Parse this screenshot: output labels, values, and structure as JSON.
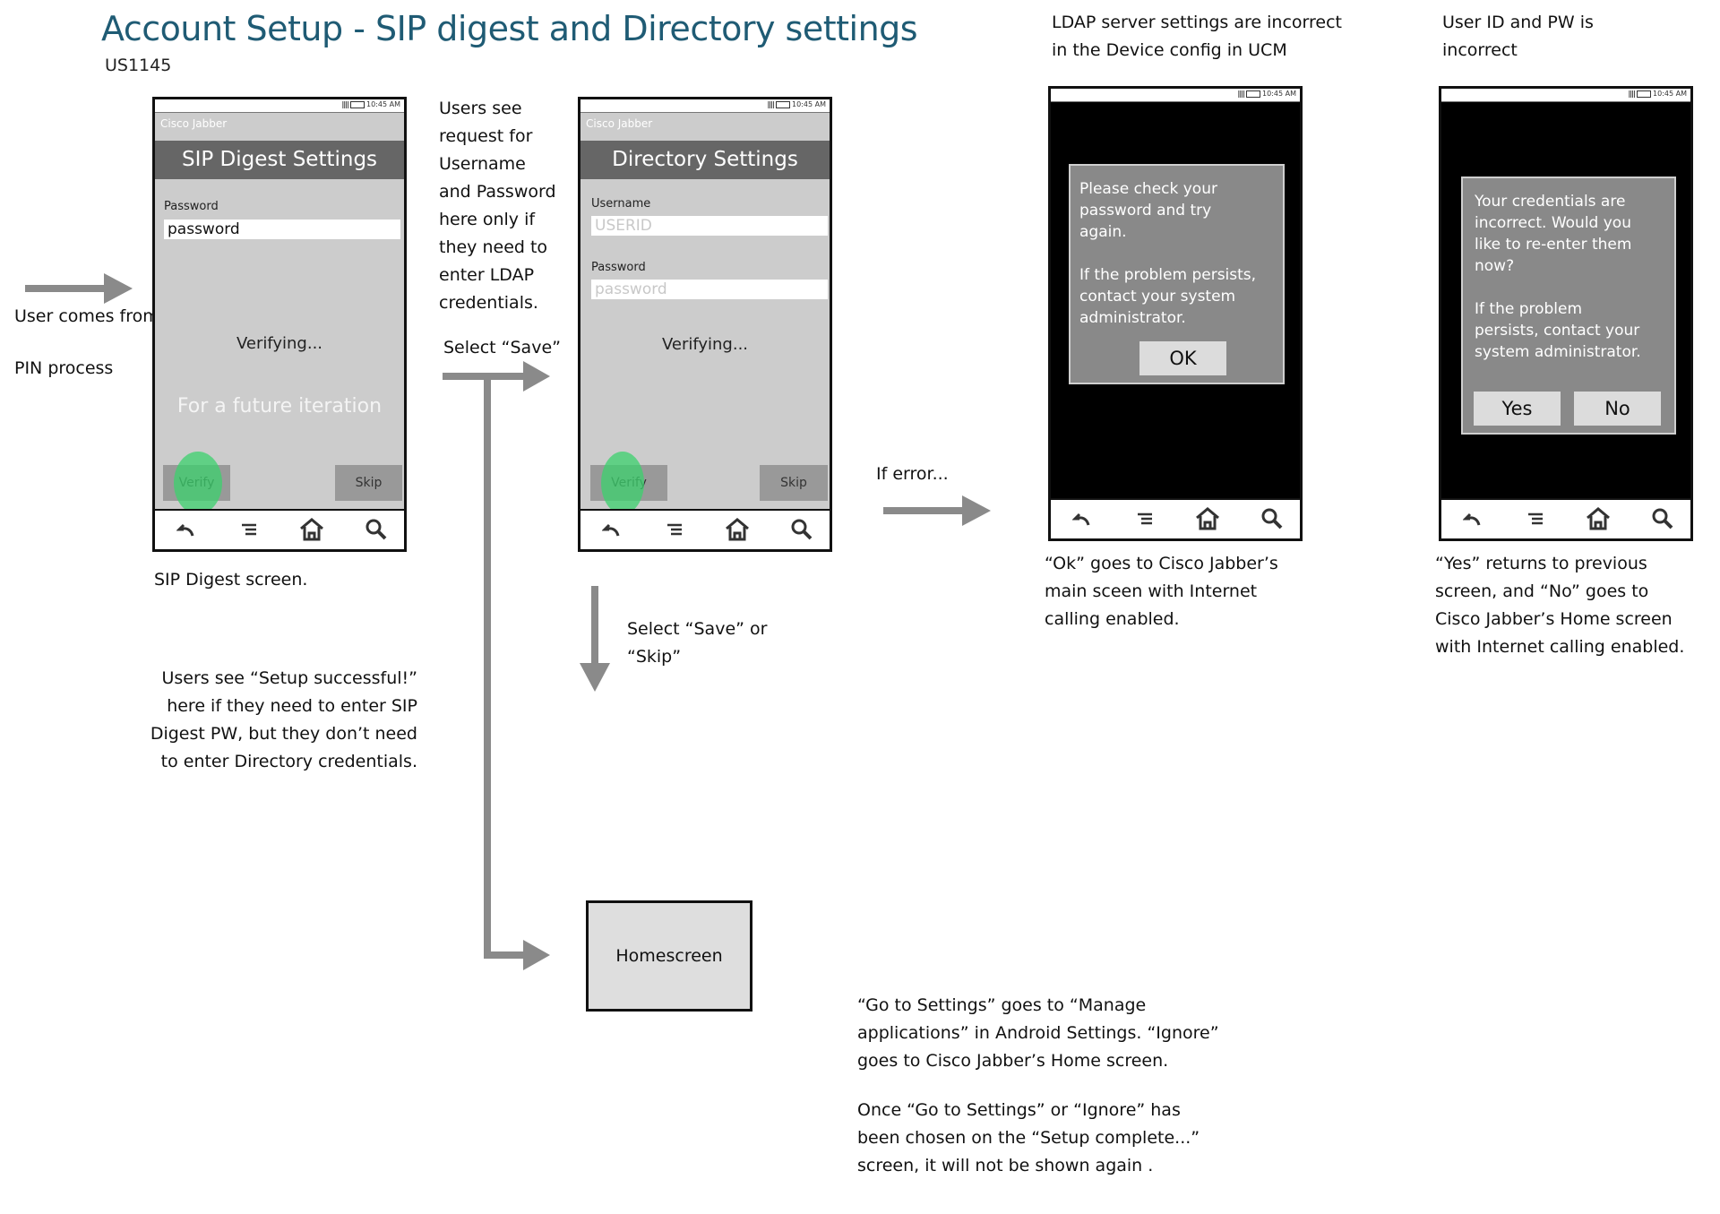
{
  "title": "Account Setup - SIP digest and Directory settings",
  "story_id": "US1145",
  "notes": {
    "user_comes_from": "User comes from",
    "pin_process": "PIN process",
    "users_see_request": [
      "Users see",
      "request for",
      "Username",
      "and Password",
      "here only if",
      "they need to",
      "enter LDAP",
      "credentials."
    ],
    "select_save": "Select “Save”",
    "sip_digest_screen": "SIP Digest screen.",
    "setup_successful": [
      "Users see “Setup successful!”",
      "here if they need to enter SIP",
      "Digest PW, but they don’t need",
      "to enter Directory credentials."
    ],
    "select_save_or_skip": [
      "Select “Save” or",
      "“Skip”"
    ],
    "if_error": "If error...",
    "ldap_incorrect": [
      "LDAP server settings are incorrect",
      "in the Device config in UCM"
    ],
    "userid_incorrect": [
      "User ID and PW is",
      "incorrect"
    ],
    "ok_goes_to": [
      "“Ok” goes to Cisco Jabber’s",
      "main sceen with Internet",
      "calling enabled."
    ],
    "yes_returns": [
      "“Yes” returns to previous",
      "screen, and “No” goes to",
      "Cisco Jabber’s Home screen",
      "with Internet calling enabled."
    ],
    "go_to_settings": [
      "“Go to Settings” goes to “Manage",
      "applications” in Android Settings. “Ignore”",
      "goes to Cisco Jabber’s Home screen."
    ],
    "once_chosen": [
      "Once “Go to Settings” or “Ignore” has",
      "been chosen on the “Setup complete...”",
      "screen, it will not be shown again ."
    ]
  },
  "homescreen_label": "Homescreen",
  "status_time": "10:45 AM",
  "phone_sip": {
    "app_name": "Cisco Jabber",
    "header": "SIP Digest Settings",
    "password_label": "Password",
    "password_value": "password",
    "verifying": "Verifying...",
    "future_iteration": "For a future iteration",
    "verify_button": "Verify",
    "skip_button": "Skip"
  },
  "phone_directory": {
    "app_name": "Cisco Jabber",
    "header": "Directory Settings",
    "username_label": "Username",
    "username_placeholder": "USERID",
    "password_label": "Password",
    "password_placeholder": "password",
    "verifying": "Verifying...",
    "verify_button": "Verify",
    "skip_button": "Skip"
  },
  "phone_ldap_error": {
    "message_lines": [
      "Please check your",
      "password and try",
      "again."
    ],
    "persist_lines": [
      "If the problem persists,",
      "contact your system",
      "administrator."
    ],
    "ok_button": "OK"
  },
  "phone_credentials_error": {
    "message_lines": [
      "Your credentials are",
      "incorrect. Would you",
      "like to re-enter them",
      "now?"
    ],
    "persist_lines": [
      "If the problem",
      "persists, contact your",
      "system administrator."
    ],
    "yes_button": "Yes",
    "no_button": "No"
  },
  "colors": {
    "title": "#1f5b74",
    "arrow": "#8a8a8a",
    "highlight": "#3cd26e",
    "dialog": "#898989"
  }
}
